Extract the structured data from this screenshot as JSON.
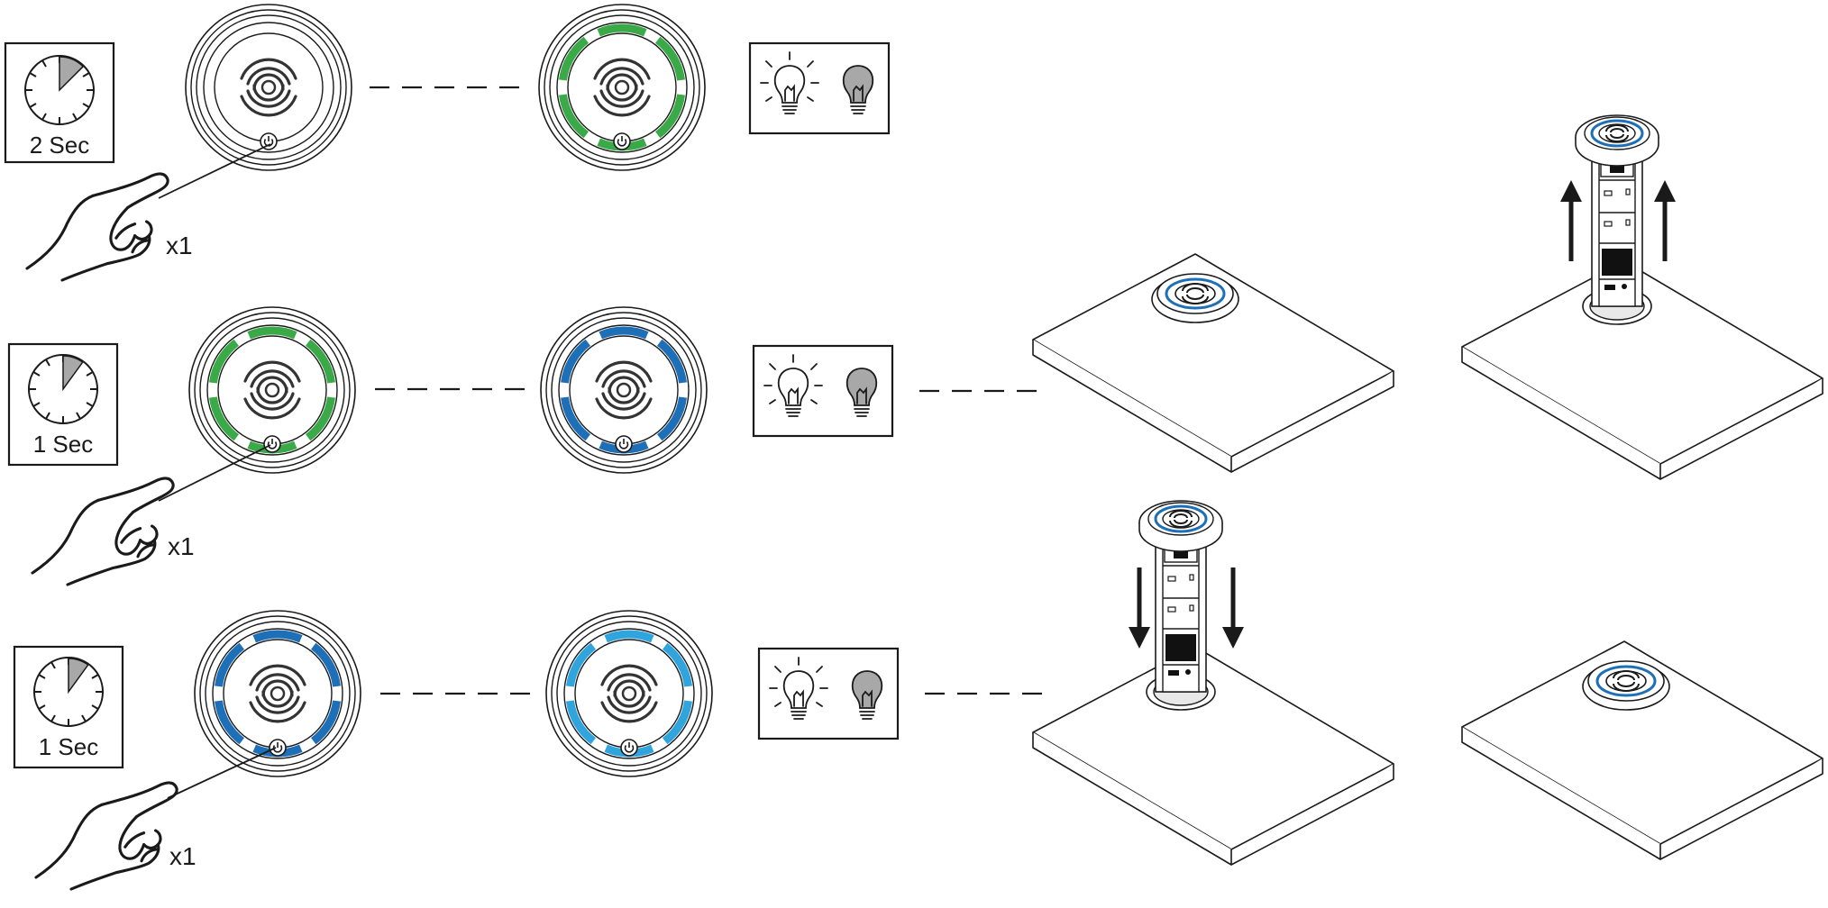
{
  "steps": [
    {
      "timer_label": "2 Sec",
      "press_count": "x1",
      "timer_fraction": 0.125,
      "start_ring": "off",
      "end_ring": "green"
    },
    {
      "timer_label": "1 Sec",
      "press_count": "x1",
      "timer_fraction": 0.1,
      "start_ring": "green",
      "end_ring": "blue"
    },
    {
      "timer_label": "1 Sec",
      "press_count": "x1",
      "timer_fraction": 0.1,
      "start_ring": "blue",
      "end_ring": "light-blue"
    }
  ],
  "colors": {
    "green": "#3aaa49",
    "blue": "#1d6fb8",
    "light_blue": "#2fa4dd",
    "line": "#1a1a1a",
    "fill_gray": "#a8a8a8",
    "unit_dark": "#111111"
  },
  "icons": [
    "clock-icon",
    "hand-press-icon",
    "wireless-charger-icon",
    "power-icon",
    "lightbulb-on-icon",
    "lightbulb-off-icon",
    "arrow-up-icon",
    "arrow-down-icon"
  ]
}
